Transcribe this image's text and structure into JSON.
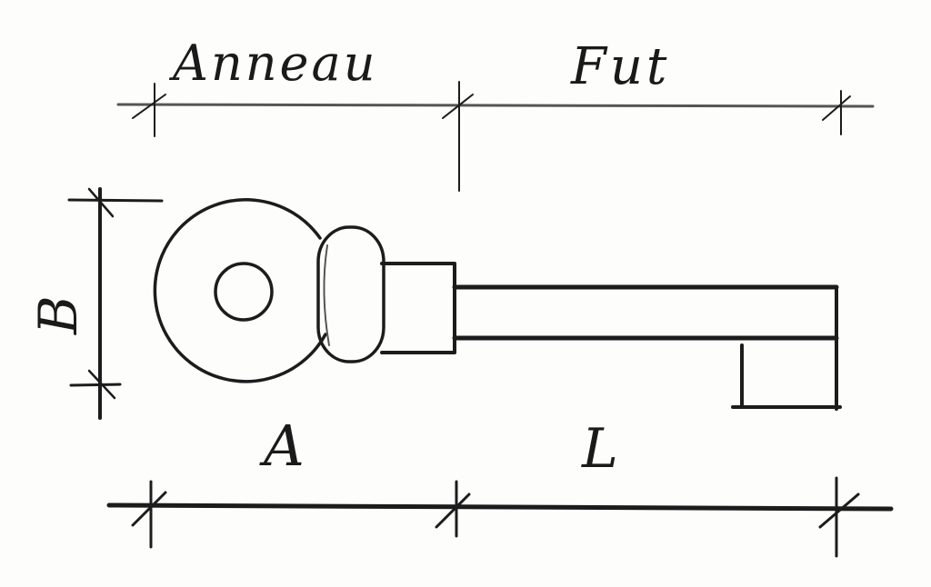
{
  "labels": {
    "ring_section": "Anneau",
    "shank_section": "Fut",
    "ring_height": "B",
    "ring_length": "A",
    "shank_length": "L"
  },
  "colors": {
    "pencil": "#1c1c1c",
    "paper": "#fdfdfc"
  }
}
